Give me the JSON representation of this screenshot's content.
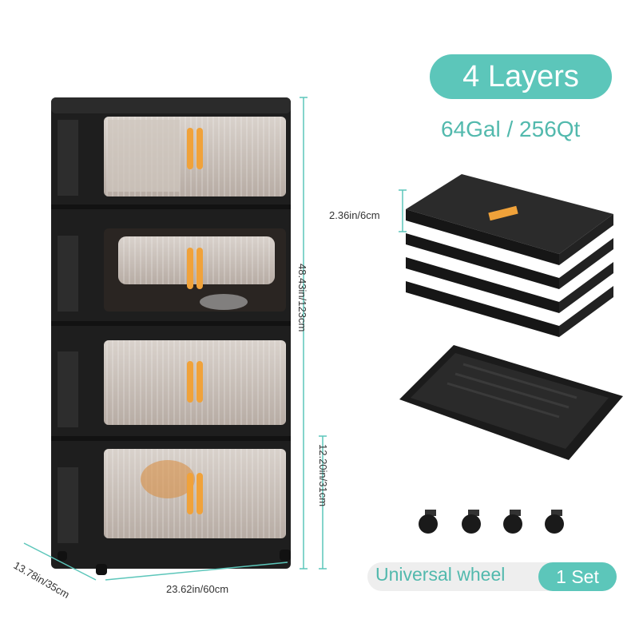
{
  "badge": {
    "layers_label": "4 Layers"
  },
  "capacity_label": "64Gal / 256Qt",
  "dimensions": {
    "height_total": "48.43in/123cm",
    "height_layer": "12.20in/31cm",
    "width": "23.62in/60cm",
    "depth": "13.78in/35cm",
    "folded_thickness": "2.36in/6cm"
  },
  "accessory": {
    "label": "Universal wheel",
    "quantity": "1 Set"
  },
  "colors": {
    "accent": "#5cc6ba",
    "accent_text": "#52b9ad",
    "cabinet": "#1e1e1e",
    "handle": "#f0a23a"
  }
}
